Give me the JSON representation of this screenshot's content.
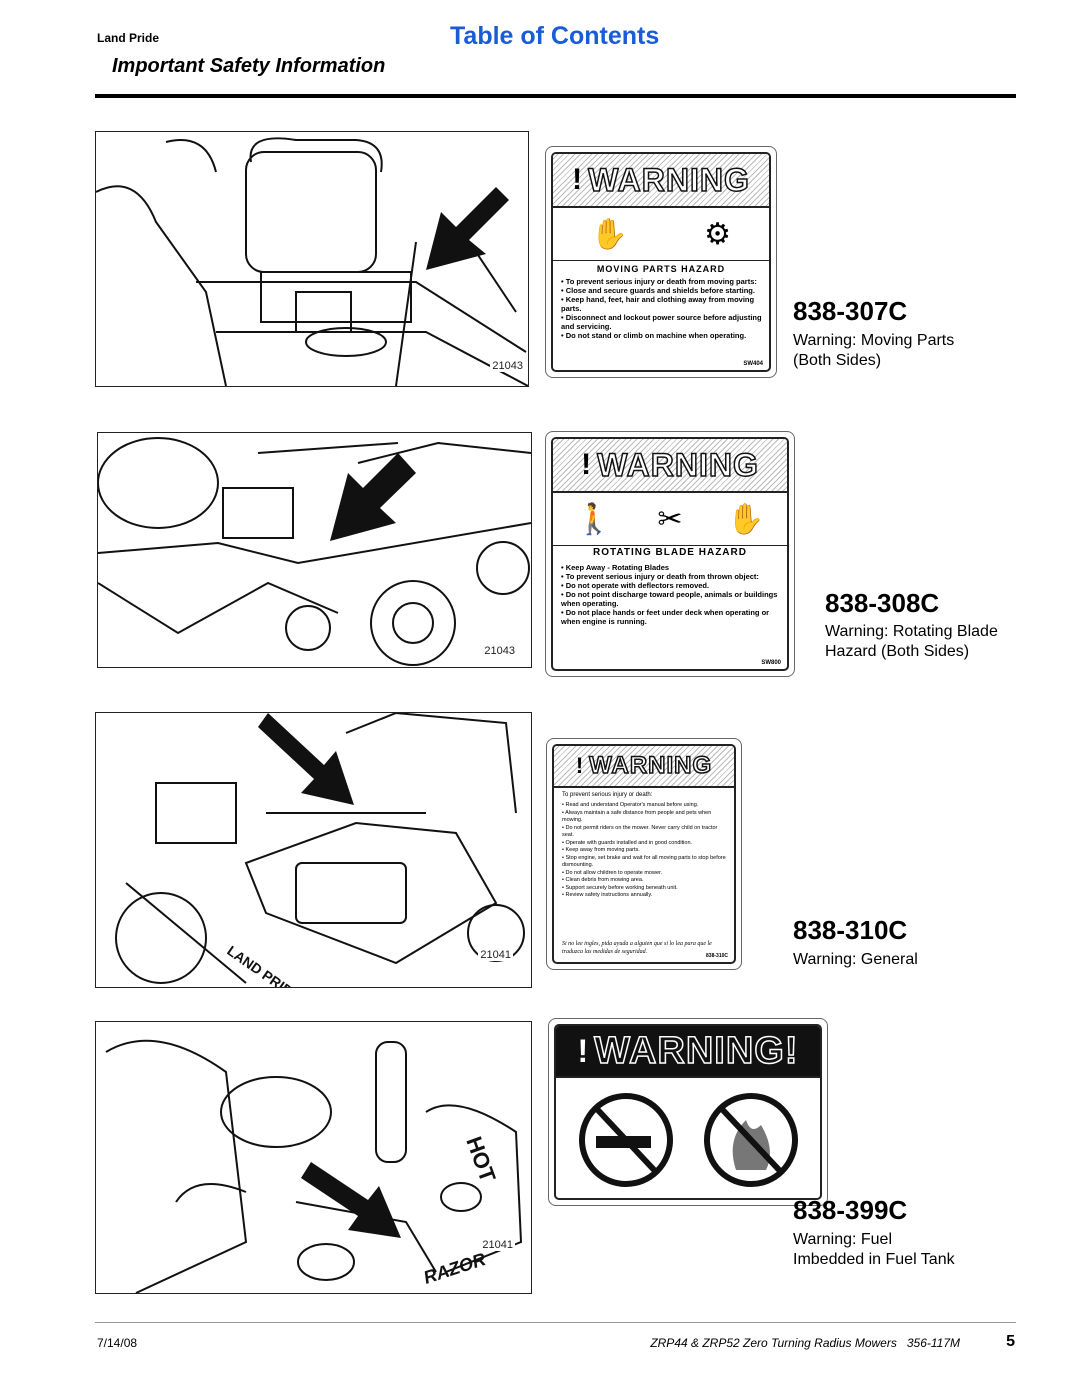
{
  "header": {
    "brand": "Land Pride",
    "title": "Table of Contents",
    "section": "Important Safety Information"
  },
  "rows": [
    {
      "figure_number": "21043",
      "decal": {
        "heading": "WARNING",
        "hazard": "MOVING PARTS HAZARD",
        "lines": [
          "To prevent serious injury or death from moving parts:",
          "Close and secure guards and shields before starting.",
          "Keep hand, feet, hair and clothing away from moving parts.",
          "Disconnect and lockout power source before adjusting and servicing.",
          "Do not stand or climb on machine when operating."
        ],
        "code": "SW404"
      },
      "part_number": "838-307C",
      "description": "Warning: Moving Parts\n(Both Sides)"
    },
    {
      "figure_number": "21043",
      "decal": {
        "heading": "WARNING",
        "hazard": "ROTATING BLADE HAZARD",
        "lines": [
          "Keep Away - Rotating Blades",
          "To prevent serious injury or death from thrown object:",
          "Do not operate with deflectors removed.",
          "Do not point discharge toward people, animals or buildings when operating.",
          "Do not place hands or feet under deck when operating or when engine is running."
        ],
        "code": "SW800"
      },
      "part_number": "838-308C",
      "description": "Warning: Rotating Blade\nHazard (Both Sides)"
    },
    {
      "figure_number": "21041",
      "decal": {
        "heading": "WARNING",
        "intro": "To prevent serious injury or death:",
        "lines": [
          "Read and understand Operator's manual before using.",
          "Always maintain a safe distance from people and pets when mowing.",
          "Do not permit riders on the mower. Never carry child on tractor seat.",
          "Operate with guards installed and in good condition.",
          "Keep away from moving parts.",
          "Stop engine, set brake and wait for all moving parts to stop before dismounting.",
          "Do not allow children to operate mower.",
          "Clean debris from mowing area.",
          "Support securely before working beneath unit.",
          "Review safety instructions annually."
        ],
        "spanish": "Si no lee ingles, pida ayuda a alguien que si lo lea para que le traduzca las medidas de seguridad.",
        "code": "838-310C"
      },
      "part_number": "838-310C",
      "description": "Warning: General"
    },
    {
      "figure_number": "21041",
      "decal": {
        "heading": "WARNING!"
      },
      "part_number": "838-399C",
      "description": "Warning: Fuel\nImbedded in Fuel Tank"
    }
  ],
  "illustration_labels": {
    "hot": "HOT",
    "brand_stamp": "LAND PRIDE",
    "razor": "RAZOR"
  },
  "footer": {
    "date": "7/14/08",
    "manual": "ZRP44 & ZRP52 Zero Turning Radius Mowers   356-117M",
    "page": "5"
  }
}
